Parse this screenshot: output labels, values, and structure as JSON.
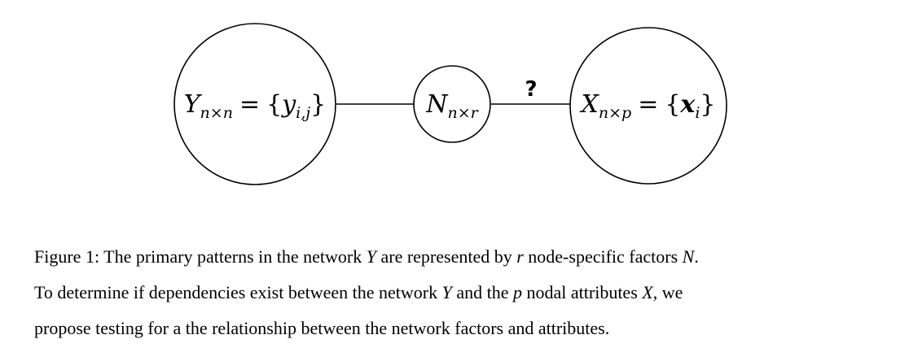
{
  "diagram": {
    "nodes": {
      "y": {
        "symbol": "Y",
        "subscript": "n×n",
        "eq": "=",
        "open": "{",
        "elem": "y",
        "elem_sub": "i,j",
        "close": "}"
      },
      "n": {
        "symbol": "N",
        "subscript": "n×r"
      },
      "x": {
        "symbol": "X",
        "subscript": "n×p",
        "eq": "=",
        "open": "{",
        "elem": "x",
        "elem_sub": "i",
        "close": "}"
      }
    },
    "edge_label": "?"
  },
  "caption": {
    "line1": {
      "a": "Figure 1: The primary patterns in the network ",
      "v1": "Y",
      "b": " are represented by ",
      "v2": "r",
      "c": " node-specific factors ",
      "v3": "N",
      "d": "."
    },
    "line2": {
      "a": "To determine if dependencies exist between the network ",
      "v1": "Y",
      "b": " and the ",
      "v2": "p",
      "c": " nodal attributes ",
      "v3": "X",
      "d": ", we"
    },
    "line3": "propose testing for a the relationship between the network factors and attributes."
  }
}
